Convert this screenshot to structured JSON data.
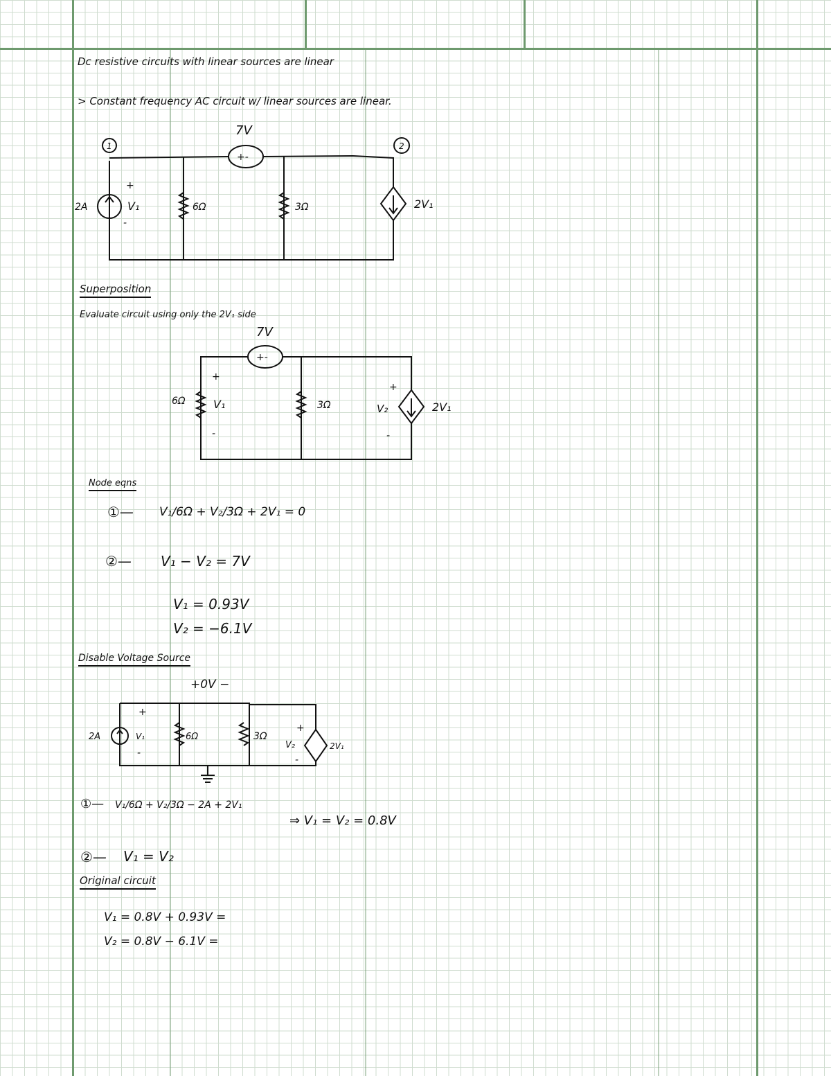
{
  "lines": {
    "intro_1": "Dc resistive circuits with linear sources are linear",
    "intro_2": "> Constant frequency AC circuit w/ linear sources are linear.",
    "superposition_heading": "Superposition",
    "evaluate_line": "Evaluate circuit using only the 2V₁ side",
    "node_eqns_heading": "Node eqns",
    "eq1_prefix": "①—",
    "eq1_body": "V₁/6Ω + V₂/3Ω + 2V₁ = 0",
    "eq2_prefix": "②—",
    "eq2_body": "V₁ − V₂ = 7V",
    "result_v1": "V₁ = 0.93V",
    "result_v2": "V₂ = −6.1V",
    "disable_heading": "Disable Voltage Source",
    "zero_source": "+0V −",
    "eq3_prefix": "①—",
    "eq3_body": "V₁/6Ω + V₂/3Ω − 2A + 2V₁",
    "eq3_result": "⇒  V₁ = V₂ = 0.8V",
    "eq4_prefix": "②—",
    "eq4_body": "V₁ = V₂",
    "original_heading": "Original circuit",
    "final_v1": "V₁ = 0.8V + 0.93V =",
    "final_v2": "V₂ = 0.8V − 6.1V ="
  },
  "circuit1": {
    "node1": "1",
    "node2": "2",
    "vsource": "7V",
    "vsource_sign": "+-",
    "isource": "2A",
    "v_plus": "+",
    "v_label": "V₁",
    "v_minus": "-",
    "r1": "6Ω",
    "r2": "3Ω",
    "dep_source": "2V₁"
  },
  "circuit2": {
    "vsource": "7V",
    "vsource_sign": "+-",
    "r1": "6Ω",
    "v_plus": "+",
    "v_label": "V₁",
    "v_minus": "-",
    "r2": "3Ω",
    "v2_plus": "+",
    "v2_label": "V₂",
    "v2_minus": "-",
    "dep_source": "2V₁"
  },
  "circuit3": {
    "isource": "2A",
    "v_plus": "+",
    "v_label": "V₁",
    "v_minus": "-",
    "r1": "6Ω",
    "r2": "3Ω",
    "v2_plus": "+",
    "v2_label": "V₂",
    "v2_minus": "-",
    "dep_source": "2V₁"
  }
}
